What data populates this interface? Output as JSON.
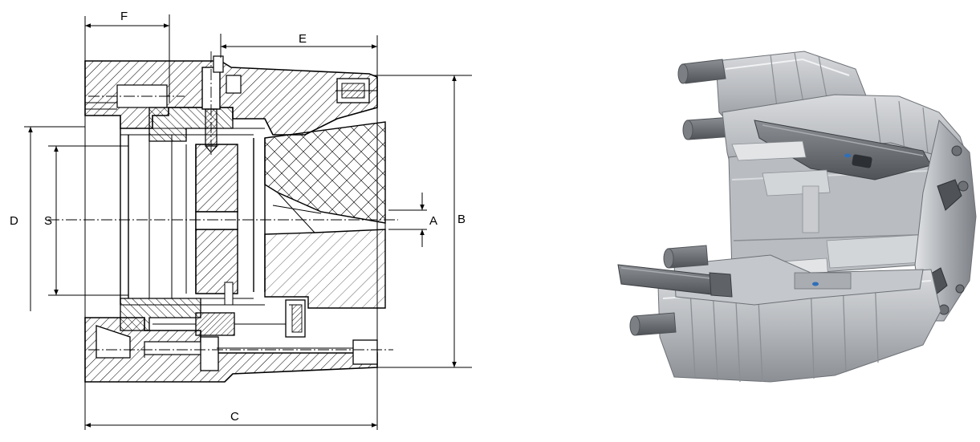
{
  "dimensions": {
    "F": "F",
    "E": "E",
    "D": "D",
    "S": "S",
    "A": "A",
    "B": "B",
    "C": "C"
  },
  "colors": {
    "line": "#000000",
    "steel_light": "#c9cbce",
    "steel_mid": "#9fa3a8",
    "steel_dark": "#6d7176",
    "bolt": "#3a3d41",
    "seal_blue": "#2f6fb8"
  }
}
